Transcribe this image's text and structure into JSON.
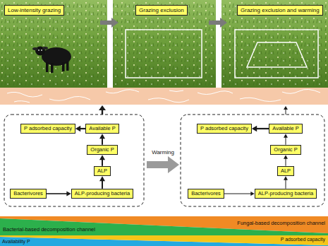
{
  "diagram": {
    "nodes": [
      {
        "text": [
          "Low-intensity grazing"
        ]
      },
      {
        "text": [
          "Grazing exclusion"
        ]
      },
      {
        "text": [
          "Grazing exclusion and warming"
        ]
      },
      {
        "text": [
          "P adsorbed capacity"
        ]
      },
      {
        "text": [
          "Available P"
        ]
      },
      {
        "text": [
          "Organic P"
        ]
      },
      {
        "text": [
          "ALP"
        ]
      },
      {
        "text": [
          "Bacterivores"
        ]
      },
      {
        "text": [
          "ALP-producing bacteria"
        ]
      },
      {
        "text": [
          "P adsorbed capacity"
        ]
      },
      {
        "text": [
          "Available P"
        ]
      },
      {
        "text": [
          "Organic P"
        ]
      },
      {
        "text": [
          "ALP"
        ]
      },
      {
        "text": [
          "Bacterivores"
        ]
      },
      {
        "text": [
          "ALP-producing bacteria"
        ]
      },
      {
        "text": [
          "Fungal-based decomposition channel"
        ]
      },
      {
        "text": [
          "Bacterial-based decomposition channel"
        ]
      },
      {
        "text": [
          "Availability P"
        ]
      },
      {
        "text": [
          "P adsorbed capacity"
        ]
      }
    ],
    "edges": [
      {
        "from": 7,
        "to": 8,
        "arrow": "to"
      },
      {
        "from": 8,
        "to": 6,
        "arrow": "to"
      },
      {
        "from": 6,
        "to": 5,
        "arrow": "to"
      },
      {
        "from": 5,
        "to": 4,
        "arrow": "to"
      },
      {
        "from": 4,
        "to": 3,
        "arrow": "to"
      },
      {
        "from": 13,
        "to": 14,
        "arrow": "to"
      },
      {
        "from": 14,
        "to": 12,
        "arrow": "to"
      },
      {
        "from": 12,
        "to": 11,
        "arrow": "to"
      },
      {
        "from": 11,
        "to": 10,
        "arrow": "to"
      },
      {
        "from": 10,
        "to": 9,
        "arrow": "to"
      }
    ],
    "labels": [
      "Warming"
    ]
  }
}
